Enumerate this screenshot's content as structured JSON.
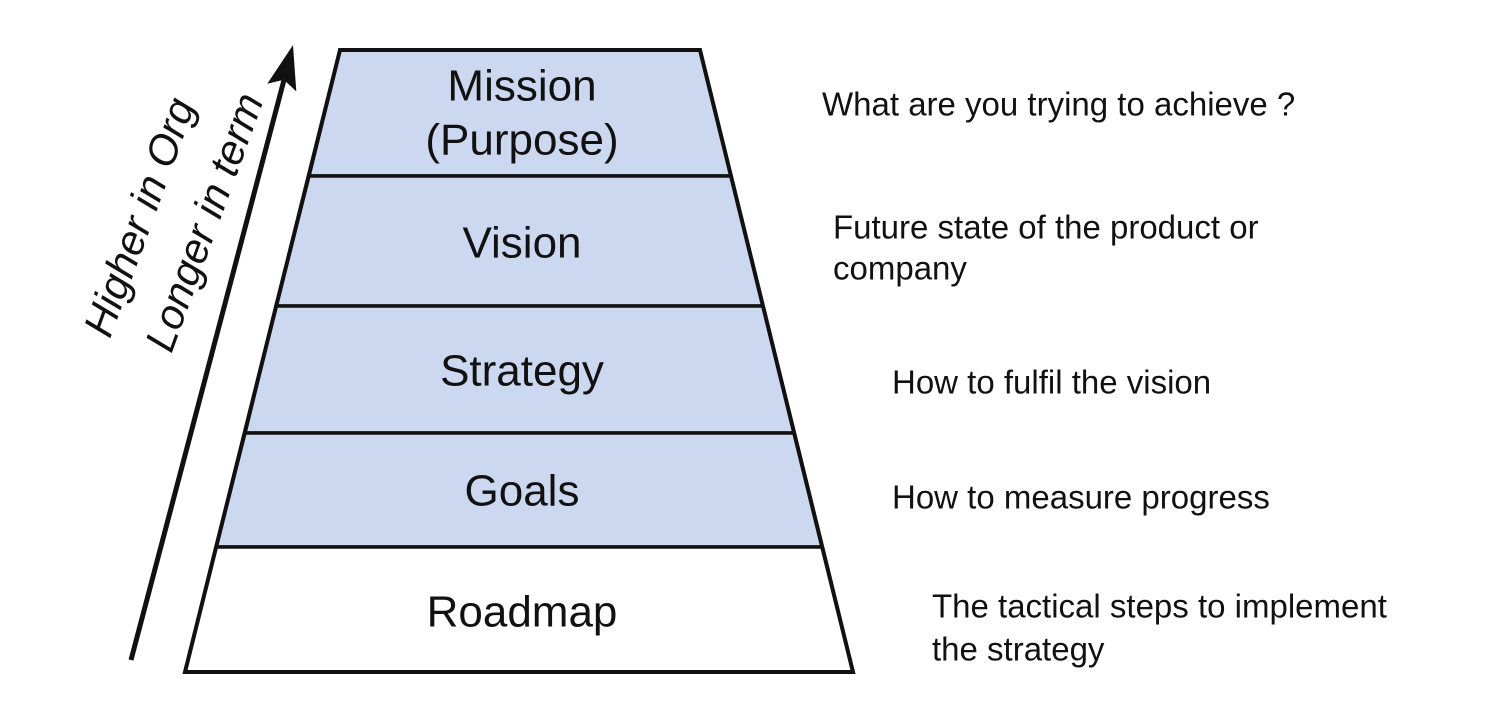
{
  "axis": {
    "line1": "Higher in Org",
    "line2": "Longer in term"
  },
  "levels": [
    {
      "label": "Mission",
      "sublabel": "(Purpose)",
      "desc": [
        "What are you trying to achieve ?"
      ]
    },
    {
      "label": "Vision",
      "desc": [
        "Future state of the product or",
        "company"
      ]
    },
    {
      "label": "Strategy",
      "desc": [
        "How to fulfil the vision"
      ]
    },
    {
      "label": "Goals",
      "desc": [
        "How to measure progress"
      ]
    },
    {
      "label": "Roadmap",
      "desc": [
        "The tactical steps to implement",
        "the strategy"
      ]
    }
  ],
  "colors": {
    "level_fill": "#ccd8f0",
    "base_fill": "#ffffff",
    "stroke": "#111111",
    "text": "#111111"
  }
}
